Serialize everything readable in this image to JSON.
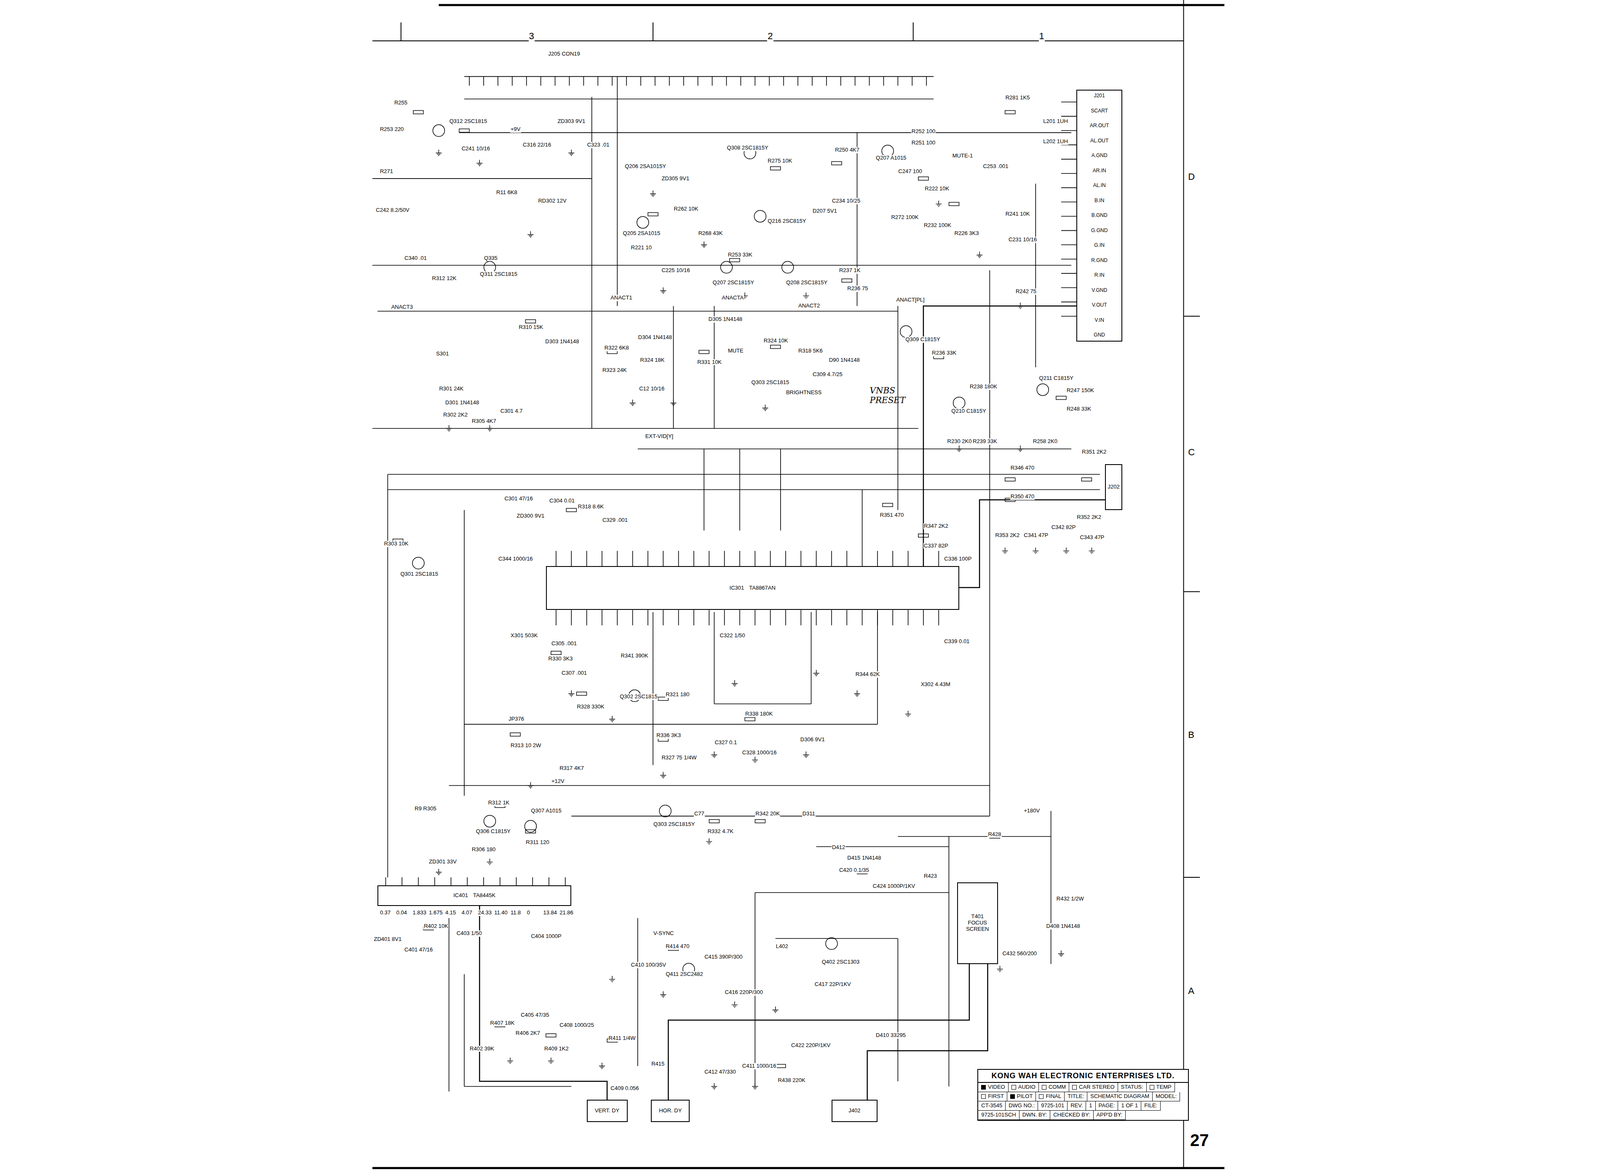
{
  "diagram": {
    "nodes": [
      {
        "text": [
          "IC301",
          "TA8867AN"
        ]
      },
      {
        "text": [
          "IC401",
          "TA8445K"
        ]
      },
      {
        "text": [
          "J201",
          "SCART",
          "AR.OUT",
          "AL.OUT",
          "A.GND",
          "AR.IN",
          "AL.IN",
          "B.IN",
          "B.GND",
          "G.GND",
          "G.IN",
          "R.GND",
          "R.IN",
          "V.GND",
          "V.OUT",
          "V.IN",
          "GND"
        ]
      },
      {
        "text": [
          "J202"
        ]
      },
      {
        "text": [
          "T401",
          "FOCUS",
          "SCREEN"
        ]
      },
      {
        "text": [
          "VERT. DY"
        ]
      },
      {
        "text": [
          "HOR. DY"
        ]
      },
      {
        "text": [
          "J402"
        ]
      },
      {
        "text": [
          "KONG WAH ELECTRONIC ENTERPRISES LTD.",
          "VIDEO",
          "AUDIO",
          "COMM",
          "CAR STEREO",
          "STATUS:",
          "TEMP",
          "FIRST",
          "PILOT",
          "FINAL",
          "TITLE:",
          "SCHEMATIC DIAGRAM",
          "MODEL:",
          "CT-3545",
          "DWG NO.:",
          "9725-101",
          "REV.",
          "1",
          "PAGE:",
          "1 OF 1",
          "FILE:",
          "9725-101SCH",
          "DWN. BY:",
          "CHECKED BY:",
          "APP'D BY:"
        ]
      }
    ],
    "edges": [
      {
        "from": 0,
        "to": 2,
        "arrow": "none"
      },
      {
        "from": 0,
        "to": 3,
        "arrow": "none"
      },
      {
        "from": 1,
        "to": 5,
        "arrow": "none"
      },
      {
        "from": 4,
        "to": 6,
        "arrow": "none"
      },
      {
        "from": 4,
        "to": 7,
        "arrow": "none"
      }
    ],
    "labels": [
      "3",
      "2",
      "1",
      "J205 CON19",
      "R255",
      "R253 220",
      "Q312 2SC1815",
      "C241 10/16",
      "+9V",
      "ZD303 9V1",
      "C316 22/16",
      "C323 .01",
      "R11 6K8",
      "RD302 12V",
      "C242 8.2/50V",
      "R271",
      "C340 .01",
      "Q311 2SC1815",
      "R312 12K",
      "Q335",
      "Q206 2SA1015Y",
      "ZD305 9V1",
      "Q205 2SA1015",
      "R262 10K",
      "R268 43K",
      "R221 10",
      "Q308 2SC1815Y",
      "R275 10K",
      "R250 4K7",
      "Q207 A1015",
      "C247 100",
      "MUTE-1",
      "R252 100",
      "R251 100",
      "C253 .001",
      "R281 1K5",
      "L201 1UH",
      "L202 1UH",
      "Q216 2SC815Y",
      "D207 5V1",
      "C234 10/25",
      "R272 100K",
      "R222 10K",
      "R232 100K",
      "R226 3K3",
      "R241 10K",
      "C231 10/16",
      "R253 33K",
      "Q207 2SC1815Y",
      "Q208 2SC1815Y",
      "R237 1K",
      "R236 75",
      "R242 75",
      "C225 10/16",
      "ANACT1",
      "ANACTA",
      "ANACT2",
      "ANACT[PL]",
      "ANACT3",
      "S301",
      "R310 15K",
      "D303 1N4148",
      "R301 24K",
      "D301 1N4148",
      "R302 2K2",
      "R305 4K7",
      "C301 4.7",
      "R322 6K8",
      "D304 1N4148",
      "R324 18K",
      "R323 24K",
      "C12 10/16",
      "D305 1N4148",
      "R331 10K",
      "MUTE",
      "R324 10K",
      "R318 5K6",
      "D90 1N4148",
      "C309 4.7/25",
      "Q303 2SC1815",
      "BRIGHTNESS",
      "Q309 C1815Y",
      "R236 33K",
      "VNBS PRESET",
      "R238 180K",
      "Q210 C1815Y",
      "Q211 C1815Y",
      "R247 150K",
      "R248 33K",
      "R230 2K0",
      "R239 33K",
      "R258 2K0",
      "EXT-VID[Y]",
      "R346 470",
      "R350 470",
      "R351 2K2",
      "R352 2K2",
      "R353 2K2",
      "C341 47P",
      "C342 82P",
      "C343 47P",
      "R351 470",
      "R347 2K2",
      "C337 82P",
      "C336 100P",
      "C301 47/16",
      "C304 0.01",
      "R318 8.6K",
      "C329 .001",
      "ZD300 9V1",
      "R303 10K",
      "Q301 2SC1815",
      "C344 1000/16",
      "X301 503K",
      "C305 .001",
      "R330 3K3",
      "C307 .001",
      "R328 330K",
      "Q302 2SC1815",
      "R321 180",
      "R341 390K",
      "C322 1/50",
      "R338 180K",
      "C327 0.1",
      "C328 1000/16",
      "D306 9V1",
      "C339 0.01",
      "X302 4.43M",
      "R344 62K",
      "JP376",
      "R313 10 2W",
      "R317 4K7",
      "+12V",
      "R336 3K3",
      "R327 75 1/4W",
      "R312 1K",
      "Q307 A1015",
      "R311 120",
      "Q306 C1815Y",
      "R306 180",
      "ZD301 33V",
      "R9 R305",
      "Q303 2SC1815Y",
      "C77",
      "R332 4.7K",
      "R342 20K",
      "D311",
      "+180V",
      "0.37",
      "0.04",
      "1.833",
      "1.675",
      "4.15",
      "4.07",
      "24.33",
      "11.40",
      "11.8",
      "0",
      "13.84",
      "21.86",
      "V-SYNC",
      "ZD401 8V1",
      "R402 10K",
      "C401 47/16",
      "C403 1/50",
      "C404 1000P",
      "C410 100/35V",
      "R407 18K",
      "C405 47/35",
      "C408 1000/25",
      "R406 2K7",
      "R409 1K2",
      "R411 1/4W",
      "R402 39K",
      "C409 0.056",
      "R414 470",
      "Q411 2SC2482",
      "C415 390P/300",
      "C416 220P/300",
      "L402",
      "Q402 2SC1303",
      "C417 22P/1KV",
      "D412",
      "D415 1N4148",
      "C420 0.1/35",
      "C424 1000P/1KV",
      "R423",
      "R428",
      "R432 1/2W",
      "D408 1N4148",
      "C432 560/200",
      "C412 47/330",
      "C411 1000/16",
      "R438 220K",
      "D410 33295",
      "C422 220P/1KV",
      "R415",
      "D",
      "C",
      "B",
      "A",
      "27"
    ]
  }
}
